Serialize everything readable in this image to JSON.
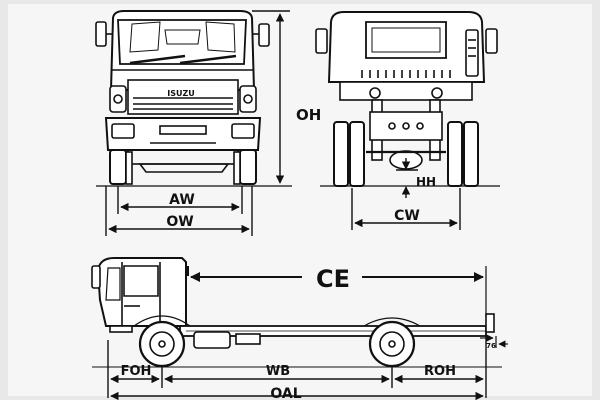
{
  "brand": {
    "logo_text": "ISUZU"
  },
  "dimensions": {
    "overall_height": "OH",
    "axle_width": "AW",
    "overall_width": "OW",
    "hitch_height": "HH",
    "chassis_width": "CW",
    "cab_to_end": "CE",
    "front_overhang": "FOH",
    "wheelbase": "WB",
    "rear_overhang": "ROH",
    "overall_length": "OAL",
    "frame_height_value": "76"
  },
  "colors": {
    "background": "#e8e8e8",
    "ink": "#111111",
    "panel": "#ffffff"
  }
}
